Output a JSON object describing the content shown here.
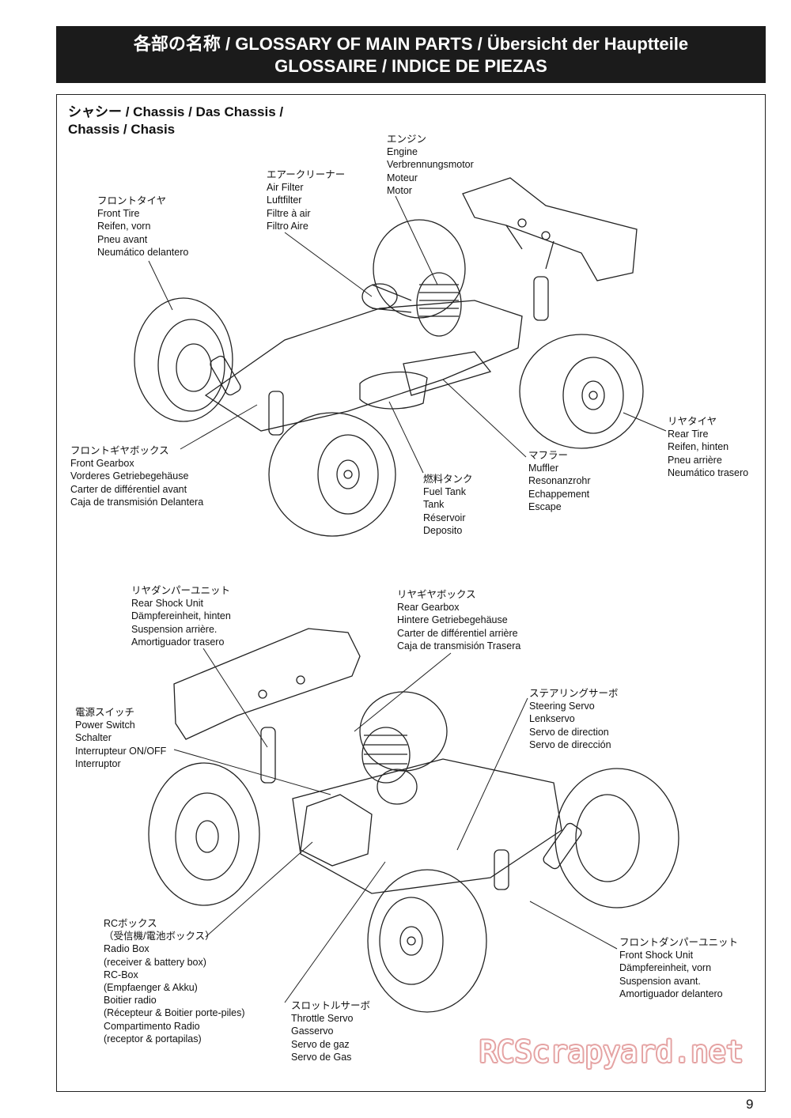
{
  "header": {
    "line1": "各部の名称 / GLOSSARY OF MAIN PARTS / Übersicht der Hauptteile",
    "line2": "GLOSSAIRE / INDICE DE PIEZAS"
  },
  "section": {
    "title_line1": "シャシー /  Chassis / Das Chassis /",
    "title_line2": "Chassis / Chasis"
  },
  "labels": {
    "engine": [
      "エンジン",
      "Engine",
      "Verbrennungsmotor",
      "Moteur",
      "Motor"
    ],
    "air_filter": [
      "エアークリーナー",
      "Air Filter",
      "Luftfilter",
      "Filtre à air",
      "Filtro Aire"
    ],
    "front_tire": [
      "フロントタイヤ",
      "Front Tire",
      "Reifen, vorn",
      "Pneu avant",
      "Neumático delantero"
    ],
    "rear_tire": [
      "リヤタイヤ",
      "Rear Tire",
      "Reifen, hinten",
      "Pneu arrière",
      "Neumático trasero"
    ],
    "front_gearbox": [
      "フロントギヤボックス",
      "Front Gearbox",
      "Vorderes Getriebegehäuse",
      "Carter de différentiel avant",
      "Caja de transmisión Delantera"
    ],
    "muffler": [
      "マフラー",
      "Muffler",
      "Resonanzrohr",
      "Echappement",
      "Escape"
    ],
    "fuel_tank": [
      "燃料タンク",
      "Fuel Tank",
      "Tank",
      "Réservoir",
      "Deposito"
    ],
    "rear_shock": [
      "リヤダンパーユニット",
      "Rear Shock Unit",
      "Dämpfereinheit, hinten",
      "Suspension arrière.",
      "Amortiguador trasero"
    ],
    "rear_gearbox": [
      "リヤギヤボックス",
      "Rear Gearbox",
      "Hintere Getriebegehäuse",
      "Carter de différentiel arrière",
      "Caja de transmisión Trasera"
    ],
    "steering_servo": [
      "ステアリングサーボ",
      "Steering Servo",
      "Lenkservo",
      "Servo de direction",
      "Servo de dirección"
    ],
    "power_switch": [
      "電源スイッチ",
      "Power Switch",
      "Schalter",
      "Interrupteur ON/OFF",
      "Interruptor"
    ],
    "radio_box": [
      "RCボックス",
      "（受信機/電池ボックス）",
      "Radio Box",
      " (receiver & battery box)",
      "RC-Box",
      " (Empfaenger & Akku)",
      "Boitier radio",
      " (Récepteur & Boitier porte-piles)",
      "Compartimento Radio",
      " (receptor & portapilas)"
    ],
    "throttle_servo": [
      "スロットルサーボ",
      "Throttle Servo",
      "Gasservo",
      "Servo de gaz",
      "Servo de Gas"
    ],
    "front_shock": [
      "フロントダンパーユニット",
      "Front Shock Unit",
      "Dämpfereinheit, vorn",
      "Suspension avant.",
      "Amortiguador delantero"
    ]
  },
  "watermark": "RCScrapyard.net",
  "page_number": "9"
}
